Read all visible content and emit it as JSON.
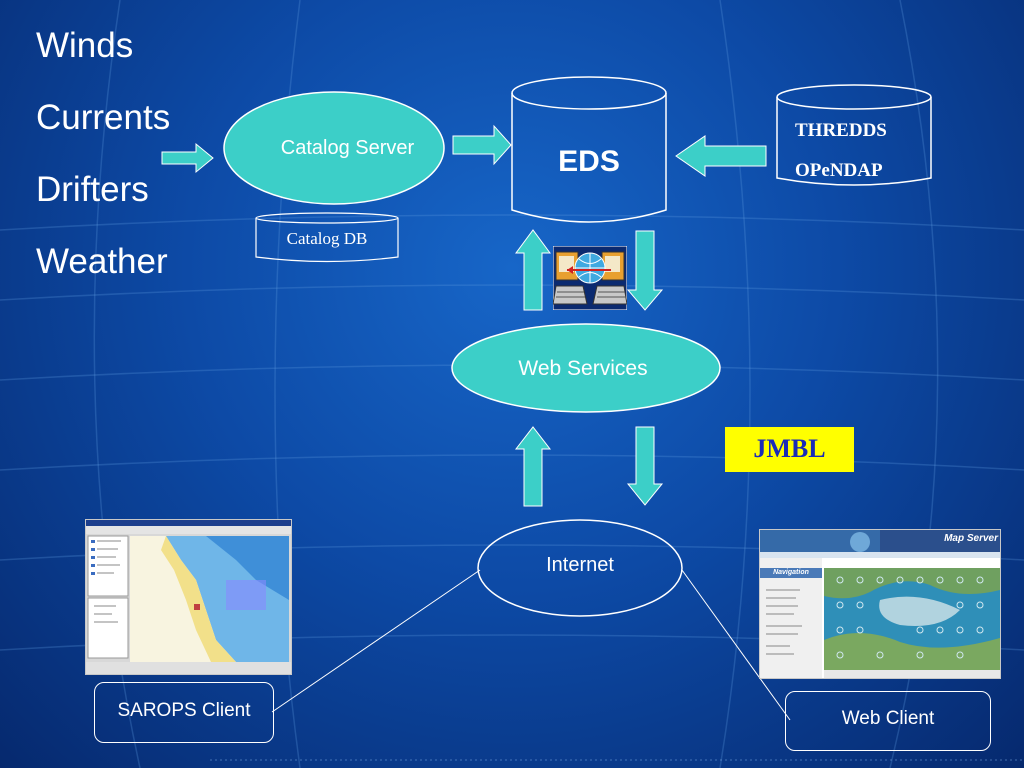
{
  "topics": [
    "Winds",
    "Currents",
    "Drifters",
    "Weather"
  ],
  "nodes": {
    "catalog_server": "Catalog Server",
    "catalog_db": "Catalog DB",
    "eds": "EDS",
    "thredds": "THREDDS",
    "opendap": "OPeNDAP",
    "web_services": "Web Services",
    "jmbl": "JMBL",
    "internet": "Internet",
    "sarops_client": "SAROPS Client",
    "web_client": "Web Client"
  },
  "web_client_screenshot": {
    "title": "Map Server",
    "nav": "Navigation"
  },
  "colors": {
    "teal": "#3ccfc8",
    "jmbl_bg": "#ffff00",
    "jmbl_text": "#1a2bb8"
  }
}
